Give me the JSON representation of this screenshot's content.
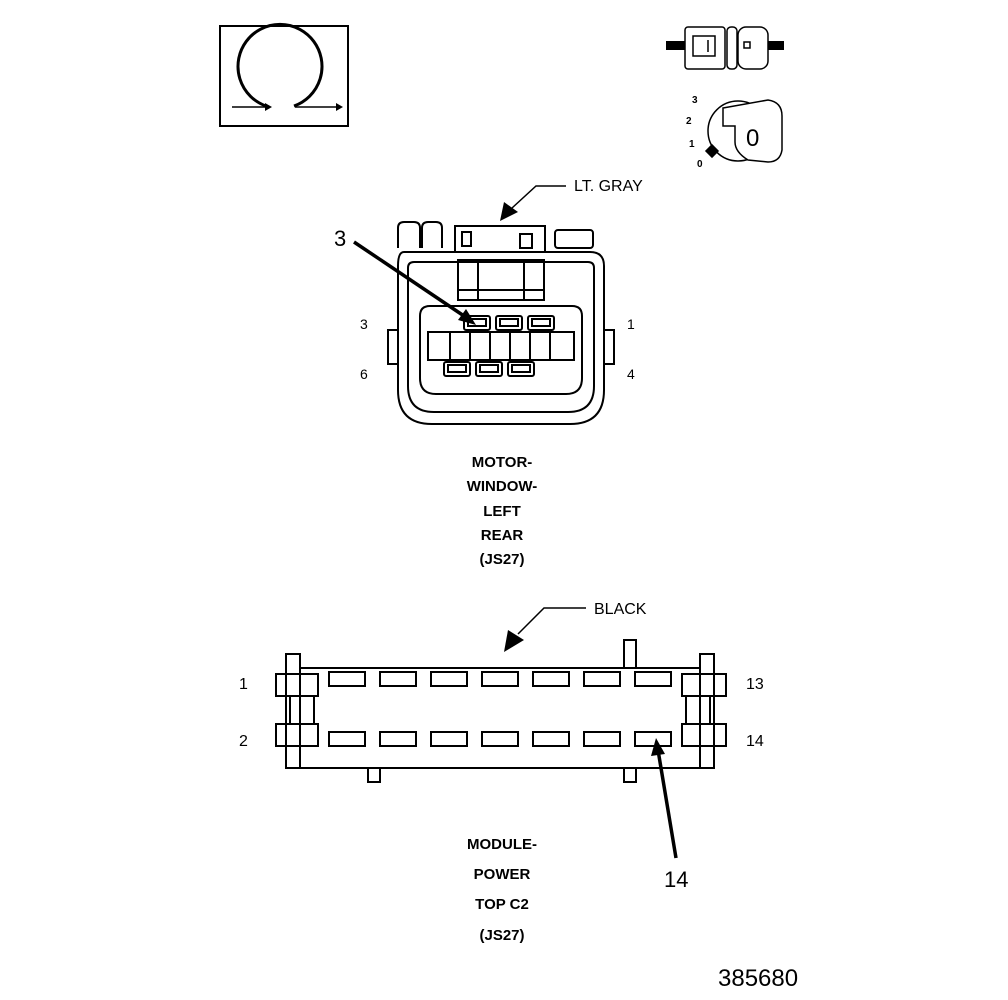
{
  "legend": {
    "ohm_icon": "ohmmeter-icon",
    "connector_icon": "connector-pair-icon",
    "ignition_icon": "ignition-key-icon",
    "ignition_positions": [
      "3",
      "2",
      "1",
      "0"
    ],
    "key_label": "0"
  },
  "connector_top": {
    "color_callout": "LT. GRAY",
    "pin_callout": "3",
    "pin_labels": {
      "top_left": "3",
      "top_right": "1",
      "bottom_left": "6",
      "bottom_right": "4"
    },
    "title_lines": [
      "MOTOR-",
      "WINDOW-",
      "LEFT",
      "REAR",
      "(JS27)"
    ]
  },
  "connector_bottom": {
    "color_callout": "BLACK",
    "pin_callout": "14",
    "pin_labels": {
      "top_left": "1",
      "top_right": "13",
      "bottom_left": "2",
      "bottom_right": "14"
    },
    "title_lines": [
      "MODULE-",
      "POWER",
      "TOP C2",
      "(JS27)"
    ]
  },
  "figure_id": "385680"
}
